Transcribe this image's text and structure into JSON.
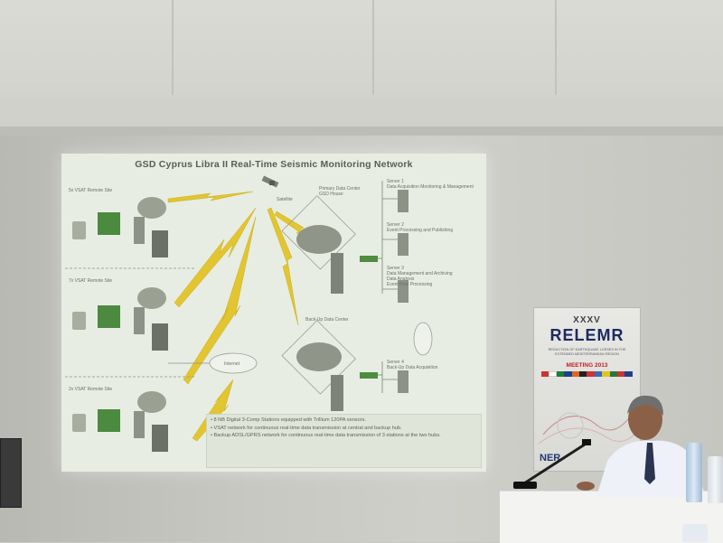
{
  "slide": {
    "title": "GSD Cyprus Libra II Real-Time Seismic Monitoring Network",
    "remote_site_labels": [
      "5x VSAT Remote Site",
      "7x VSAT Remote Site",
      "2x VSAT Remote Site"
    ],
    "satellite_label": "Satellite",
    "primary_center_label": "Primary Data Center\nGSD House",
    "backup_center_label": "Back-Up Data Center",
    "internet_label": "Internet",
    "server_labels": [
      "Server 1\nData Acquisition Monitoring & Management",
      "Server 2\nEvent Processing and Publishing",
      "Server 3\nData Management and Archiving\nData Analysis\nEvent Post Processing",
      "Server 4\nBack-Up Data Acquisition"
    ],
    "bullets": [
      "• 8 NB Digital 3-Comp Stations equipped with Trillium 120PA sensors.",
      "• VSAT network for continuous real-time data transmission at central and backup hub.",
      "• Backup ADSL/GPRS network for continuous real-time data transmission of 3 stations at the two hubs."
    ]
  },
  "banner": {
    "roman": "XXXV",
    "title": "RELEMR",
    "subtitle": "REDUCTION OF EARTHQUAKE LOSSES IN THE EXTENDED MEDITERRANEAN REGION",
    "meeting": "MEETING 2013",
    "sponsor": "NER"
  },
  "colors": {
    "screen": "#e7ede2",
    "lightning": "#e2c530",
    "banner_title": "#1d2a63",
    "banner_meeting": "#c12020"
  }
}
